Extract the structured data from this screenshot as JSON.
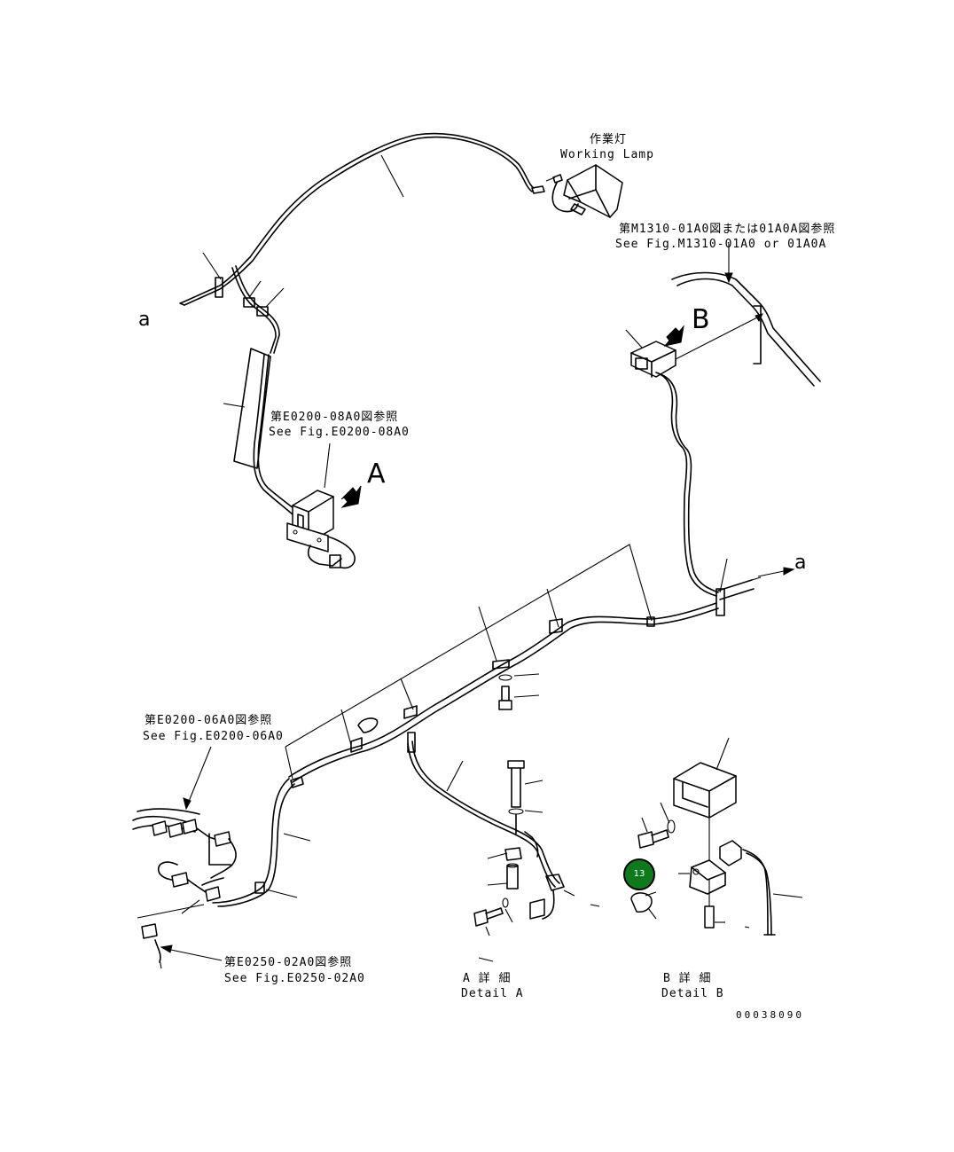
{
  "labels": {
    "working_lamp_jp": "作業灯",
    "working_lamp_en": "Working Lamp",
    "ref_m1310_jp": "第M1310-01A0図または01A0A図参照",
    "ref_m1310_en": "See Fig.M1310-01A0 or 01A0A",
    "ref_e0200_08_jp": "第E0200-08A0図参照",
    "ref_e0200_08_en": "See Fig.E0200-08A0",
    "ref_e0200_06_jp": "第E0200-06A0図参照",
    "ref_e0200_06_en": "See Fig.E0200-06A0",
    "ref_e0250_02_jp": "第E0250-02A0図参照",
    "ref_e0250_02_en": "See Fig.E0250-02A0",
    "detail_a_jp": "A 詳 細",
    "detail_a_en": "Detail A",
    "detail_b_jp": "B 詳 細",
    "detail_b_en": "Detail B",
    "view_a": "A",
    "view_b": "B",
    "connector_a_left": "a",
    "connector_a_right": "a",
    "drawing_number": "00038090"
  },
  "callouts": [
    {
      "id": "13",
      "label": "13",
      "color": "#0e7a1c"
    }
  ]
}
